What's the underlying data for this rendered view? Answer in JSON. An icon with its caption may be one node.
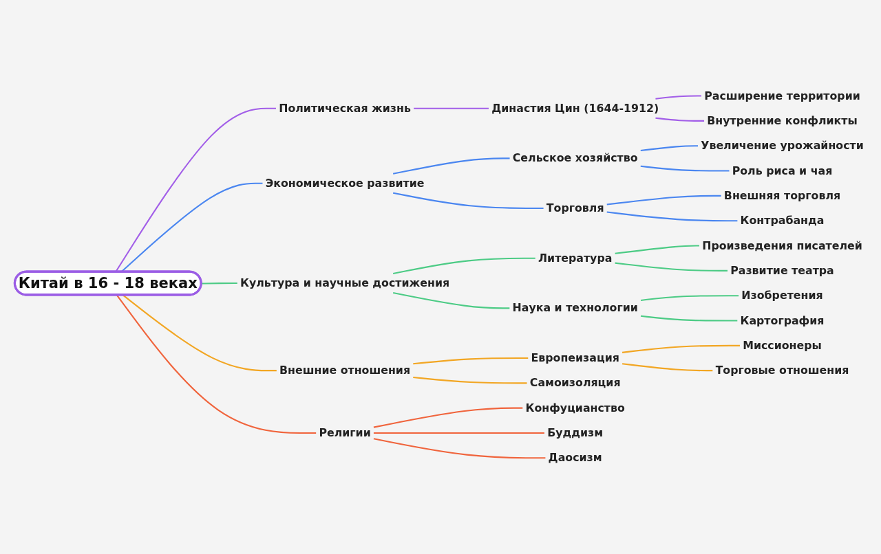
{
  "diagram": {
    "nodes": [
      {
        "text": [
          "Китай в 16 - 18 веках"
        ]
      },
      {
        "text": [
          "Политическая жизнь"
        ]
      },
      {
        "text": [
          "Династия Цин (1644-1912)"
        ]
      },
      {
        "text": [
          "Расширение территории"
        ]
      },
      {
        "text": [
          "Внутренние конфликты"
        ]
      },
      {
        "text": [
          "Экономическое развитие"
        ]
      },
      {
        "text": [
          "Сельское хозяйство"
        ]
      },
      {
        "text": [
          "Увеличение урожайности"
        ]
      },
      {
        "text": [
          "Роль риса и чая"
        ]
      },
      {
        "text": [
          "Торговля"
        ]
      },
      {
        "text": [
          "Внешняя торговля"
        ]
      },
      {
        "text": [
          "Контрабанда"
        ]
      },
      {
        "text": [
          "Культура и научные достижения"
        ]
      },
      {
        "text": [
          "Литература"
        ]
      },
      {
        "text": [
          "Произведения писателей"
        ]
      },
      {
        "text": [
          "Развитие театра"
        ]
      },
      {
        "text": [
          "Наука и технологии"
        ]
      },
      {
        "text": [
          "Изобретения"
        ]
      },
      {
        "text": [
          "Картография"
        ]
      },
      {
        "text": [
          "Внешние отношения"
        ]
      },
      {
        "text": [
          "Европеизация"
        ]
      },
      {
        "text": [
          "Миссионеры"
        ]
      },
      {
        "text": [
          "Торговые отношения"
        ]
      },
      {
        "text": [
          "Самоизоляция"
        ]
      },
      {
        "text": [
          "Религии"
        ]
      },
      {
        "text": [
          "Конфуцианство"
        ]
      },
      {
        "text": [
          "Буддизм"
        ]
      },
      {
        "text": [
          "Даосизм"
        ]
      }
    ],
    "edges": [
      {
        "from": 0,
        "to": 1,
        "arrow": "none",
        "color": "#a25ee8"
      },
      {
        "from": 1,
        "to": 2,
        "arrow": "none",
        "color": "#a25ee8"
      },
      {
        "from": 2,
        "to": 3,
        "arrow": "none",
        "color": "#a25ee8"
      },
      {
        "from": 2,
        "to": 4,
        "arrow": "none",
        "color": "#a25ee8"
      },
      {
        "from": 0,
        "to": 5,
        "arrow": "none",
        "color": "#4a86f0"
      },
      {
        "from": 5,
        "to": 6,
        "arrow": "none",
        "color": "#4a86f0"
      },
      {
        "from": 6,
        "to": 7,
        "arrow": "none",
        "color": "#4a86f0"
      },
      {
        "from": 6,
        "to": 8,
        "arrow": "none",
        "color": "#4a86f0"
      },
      {
        "from": 5,
        "to": 9,
        "arrow": "none",
        "color": "#4a86f0"
      },
      {
        "from": 9,
        "to": 10,
        "arrow": "none",
        "color": "#4a86f0"
      },
      {
        "from": 9,
        "to": 11,
        "arrow": "none",
        "color": "#4a86f0"
      },
      {
        "from": 0,
        "to": 12,
        "arrow": "none",
        "color": "#4ccb85"
      },
      {
        "from": 12,
        "to": 13,
        "arrow": "none",
        "color": "#4ccb85"
      },
      {
        "from": 13,
        "to": 14,
        "arrow": "none",
        "color": "#4ccb85"
      },
      {
        "from": 13,
        "to": 15,
        "arrow": "none",
        "color": "#4ccb85"
      },
      {
        "from": 12,
        "to": 16,
        "arrow": "none",
        "color": "#4ccb85"
      },
      {
        "from": 16,
        "to": 17,
        "arrow": "none",
        "color": "#4ccb85"
      },
      {
        "from": 16,
        "to": 18,
        "arrow": "none",
        "color": "#4ccb85"
      },
      {
        "from": 0,
        "to": 19,
        "arrow": "none",
        "color": "#f2a623"
      },
      {
        "from": 19,
        "to": 20,
        "arrow": "none",
        "color": "#f2a623"
      },
      {
        "from": 20,
        "to": 21,
        "arrow": "none",
        "color": "#f2a623"
      },
      {
        "from": 20,
        "to": 22,
        "arrow": "none",
        "color": "#f2a623"
      },
      {
        "from": 19,
        "to": 23,
        "arrow": "none",
        "color": "#f2a623"
      },
      {
        "from": 0,
        "to": 24,
        "arrow": "none",
        "color": "#f0643c"
      },
      {
        "from": 24,
        "to": 25,
        "arrow": "none",
        "color": "#f0643c"
      },
      {
        "from": 24,
        "to": 26,
        "arrow": "none",
        "color": "#f0643c"
      },
      {
        "from": 24,
        "to": 27,
        "arrow": "none",
        "color": "#f0643c"
      }
    ]
  }
}
